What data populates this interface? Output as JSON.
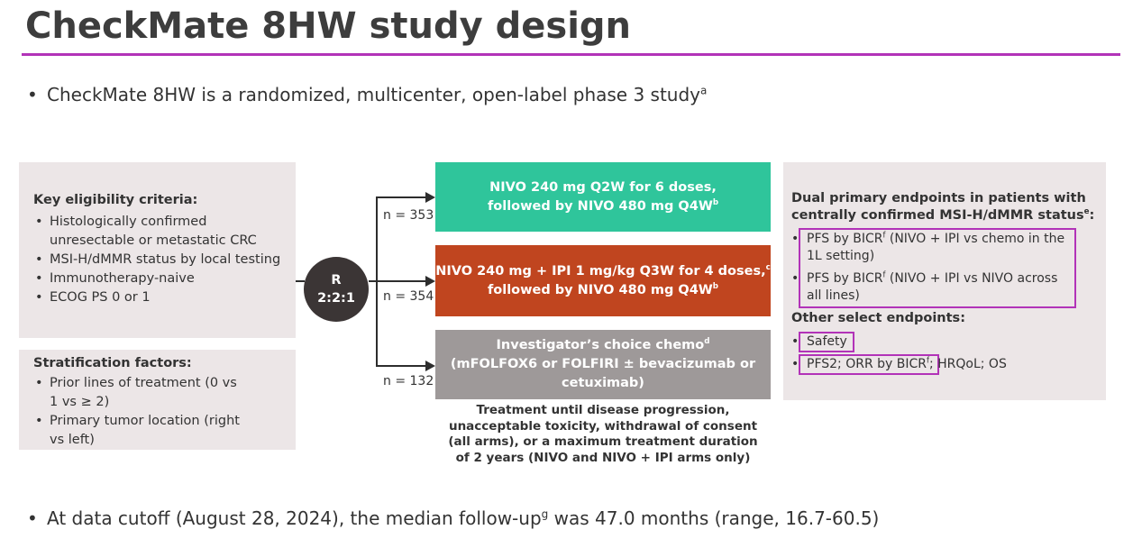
{
  "title": "CheckMate 8HW study design",
  "bullet1": {
    "text": "CheckMate 8HW is a randomized, multicenter, open-label phase 3 study",
    "sup": "a"
  },
  "eligibility": {
    "heading": "Key eligibility criteria:",
    "items": [
      "Histologically confirmed unresectable or metastatic CRC",
      "MSI-H/dMMR status by local testing",
      "Immunotherapy-naive",
      "ECOG PS 0 or 1"
    ]
  },
  "stratification": {
    "heading": "Stratification factors:",
    "items": [
      "Prior lines of treatment (0 vs 1 vs ≥ 2)",
      "Primary tumor location (right vs left)"
    ]
  },
  "randomization": {
    "line1": "R",
    "line2": "2:2:1"
  },
  "arms": [
    {
      "n": "n = 353",
      "line1": "NIVO 240 mg Q2W for 6 doses,",
      "line2": "followed by NIVO 480 mg Q4W",
      "sup2": "b",
      "color": "#2fc59b"
    },
    {
      "n": "n = 354",
      "line1": "NIVO 240 mg + IPI 1 mg/kg Q3W for 4 doses,",
      "sup1": "c",
      "line2": "followed by NIVO 480 mg Q4W",
      "sup2": "b",
      "color": "#c0451f"
    },
    {
      "n": "n = 132",
      "line1": "Investigator’s choice chemo",
      "sup1": "d",
      "line2": "(mFOLFOX6 or FOLFIRI ± bevacizumab or",
      "line3": "cetuximab)",
      "color": "#9e9999"
    }
  ],
  "treatment_note": [
    "Treatment until disease progression,",
    "unacceptable toxicity, withdrawal of consent",
    "(all arms), or a maximum treatment duration",
    "of 2 years (NIVO and NIVO + IPI arms only)"
  ],
  "endpoints": {
    "primary_heading_l1": "Dual primary endpoints in patients with",
    "primary_heading_l2": "centrally confirmed MSI-H/dMMR status",
    "primary_heading_sup": "e",
    "primary_heading_end": ":",
    "pfs1_a": "PFS by BICR",
    "pfs1_sup": "f",
    "pfs1_b": " (NIVO + IPI vs chemo in the",
    "pfs1_c": "1L setting)",
    "pfs2_a": "PFS by BICR",
    "pfs2_sup": "f",
    "pfs2_b": " (NIVO + IPI vs NIVO across",
    "pfs2_c": "all lines)",
    "other_heading": "Other select endpoints:",
    "safety": "Safety",
    "orr_a": "PFS2; ORR by BICR",
    "orr_sup": "f",
    "orr_b": ";",
    "orr_rest": " HRQoL; OS"
  },
  "bullet2": {
    "text_a": "At data cutoff (August 28, 2024), the median follow-up",
    "sup": "g",
    "text_b": " was 47.0 months (range, 16.7-60.5)"
  },
  "colors": {
    "accent": "#b233b8",
    "panel": "#ece6e7",
    "nivo": "#2fc59b",
    "combo": "#c0451f",
    "chemo": "#9e9999"
  }
}
